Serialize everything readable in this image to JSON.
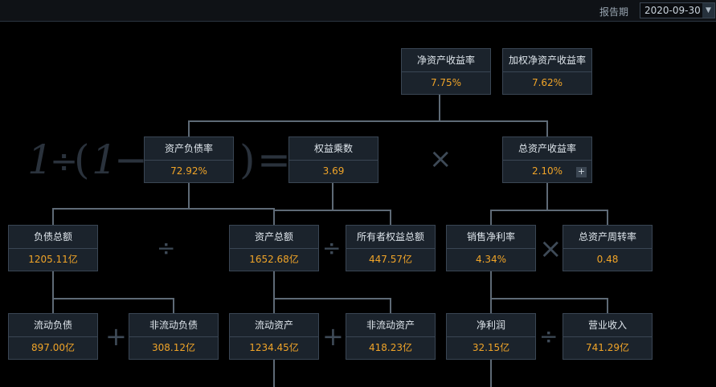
{
  "header": {
    "period_label": "报告期",
    "period_value": "2020-09-30"
  },
  "formula": {
    "one_a": "1",
    "div": "÷",
    "open": "(",
    "one_b": "1",
    "minus": "−",
    "close": ")",
    "eq": "="
  },
  "ops": {
    "times": "×",
    "divide": "÷",
    "plus": "+"
  },
  "boxes": {
    "roe": {
      "title": "净资产收益率",
      "value": "7.75%"
    },
    "wroe": {
      "title": "加权净资产收益率",
      "value": "7.62%"
    },
    "debt_ratio": {
      "title": "资产负债率",
      "value": "72.92%"
    },
    "equity_multiplier": {
      "title": "权益乘数",
      "value": "3.69"
    },
    "roa": {
      "title": "总资产收益率",
      "value": "2.10%"
    },
    "total_liabilities": {
      "title": "负债总额",
      "value": "1205.11亿"
    },
    "total_assets": {
      "title": "资产总额",
      "value": "1652.68亿"
    },
    "owners_equity": {
      "title": "所有者权益总额",
      "value": "447.57亿"
    },
    "net_margin": {
      "title": "销售净利率",
      "value": "4.34%"
    },
    "asset_turnover": {
      "title": "总资产周转率",
      "value": "0.48"
    },
    "current_liabilities": {
      "title": "流动负债",
      "value": "897.00亿"
    },
    "noncurrent_liabilities": {
      "title": "非流动负债",
      "value": "308.12亿"
    },
    "current_assets": {
      "title": "流动资产",
      "value": "1234.45亿"
    },
    "noncurrent_assets": {
      "title": "非流动资产",
      "value": "418.23亿"
    },
    "net_profit": {
      "title": "净利润",
      "value": "32.15亿"
    },
    "revenue": {
      "title": "营业收入",
      "value": "741.29亿"
    }
  },
  "colors": {
    "value": "#f0a428",
    "box_bg": "#1b232c",
    "border": "#3a4654",
    "line": "#5e6a76"
  }
}
